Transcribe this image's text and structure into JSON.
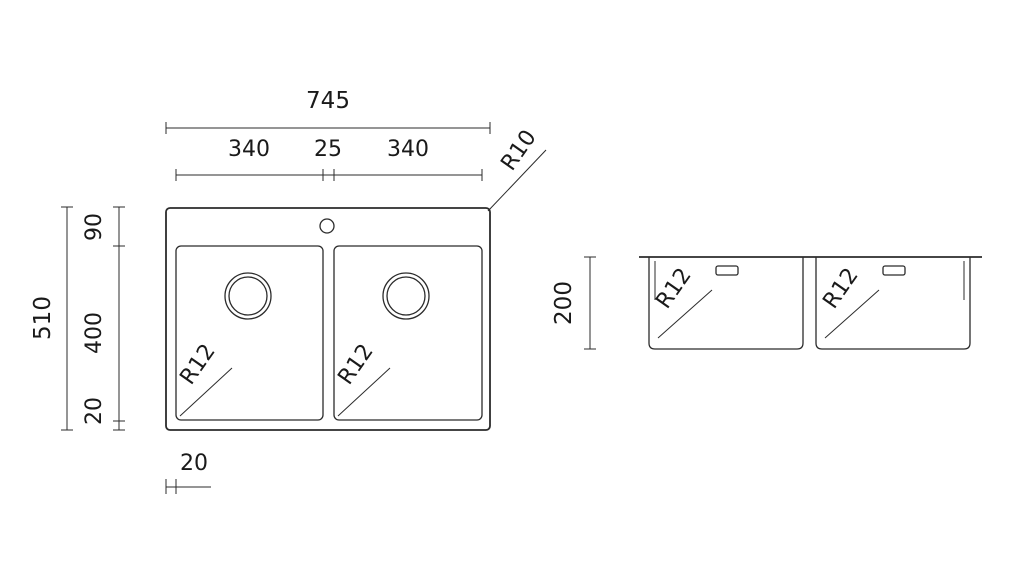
{
  "colors": {
    "line": "#2b2b2b",
    "background": "#ffffff"
  },
  "top_view": {
    "overall_width": "745",
    "bowl_left_width": "340",
    "center_gap": "25",
    "bowl_right_width": "340",
    "corner_radius_outer": "R10",
    "corner_radius_left_bowl": "R12",
    "corner_radius_right_bowl": "R12",
    "overall_depth": "510",
    "top_margin": "90",
    "bowl_depth": "400",
    "bottom_margin": "20",
    "side_margin": "20"
  },
  "side_view": {
    "bowl_height": "200",
    "corner_radius_left": "R12",
    "corner_radius_right": "R12"
  }
}
